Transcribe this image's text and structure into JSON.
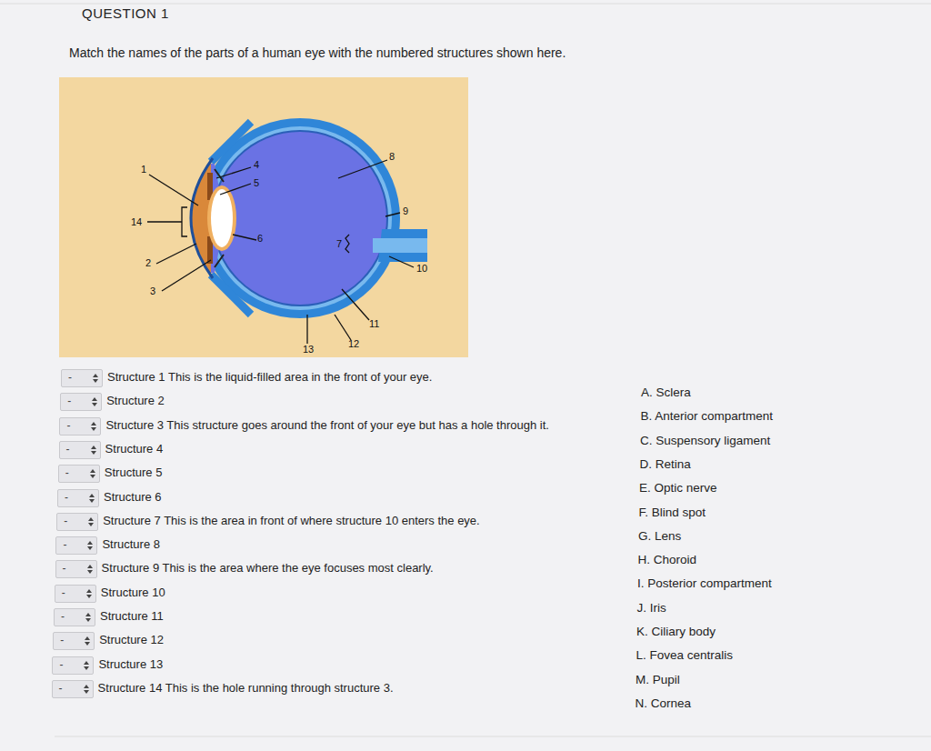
{
  "diagram": {
    "title": "QUESTION 1",
    "labels": [
      "Match the names of the parts of a human eye with the numbered structures shown here.",
      "1",
      "4",
      "5",
      "8",
      "14",
      "9",
      "6",
      "7",
      "2",
      "10",
      "3",
      "11",
      "13",
      "12",
      "-",
      "Structure 1 This is the liquid-filled area in the front of your eye.",
      "-",
      "Structure 2",
      "-",
      "Structure 3 This structure goes around the front of your eye but has a hole through it.",
      "-",
      "Structure 4",
      "-",
      "Structure 5",
      "-",
      "Structure 6",
      "-",
      "Structure 7 This is the area in front of where structure 10 enters the eye.",
      "-",
      "Structure 8",
      "-",
      "Structure 9 This is the area where the eye focuses most clearly.",
      "-",
      "Structure 10",
      "-",
      "Structure 11",
      "-",
      "Structure 12",
      "-",
      "Structure 13",
      "-",
      "Structure 14 This is the hole running through structure 3.",
      "A. Sclera",
      "B. Anterior compartment",
      "C. Suspensory ligament",
      "D. Retina",
      "E. Optic nerve",
      "F. Blind spot",
      "G. Lens",
      "H. Choroid",
      "I. Posterior compartment",
      "J. Iris",
      "K. Ciliary body",
      "L. Fovea centralis",
      "M. Pupil",
      "N. Cornea"
    ]
  }
}
